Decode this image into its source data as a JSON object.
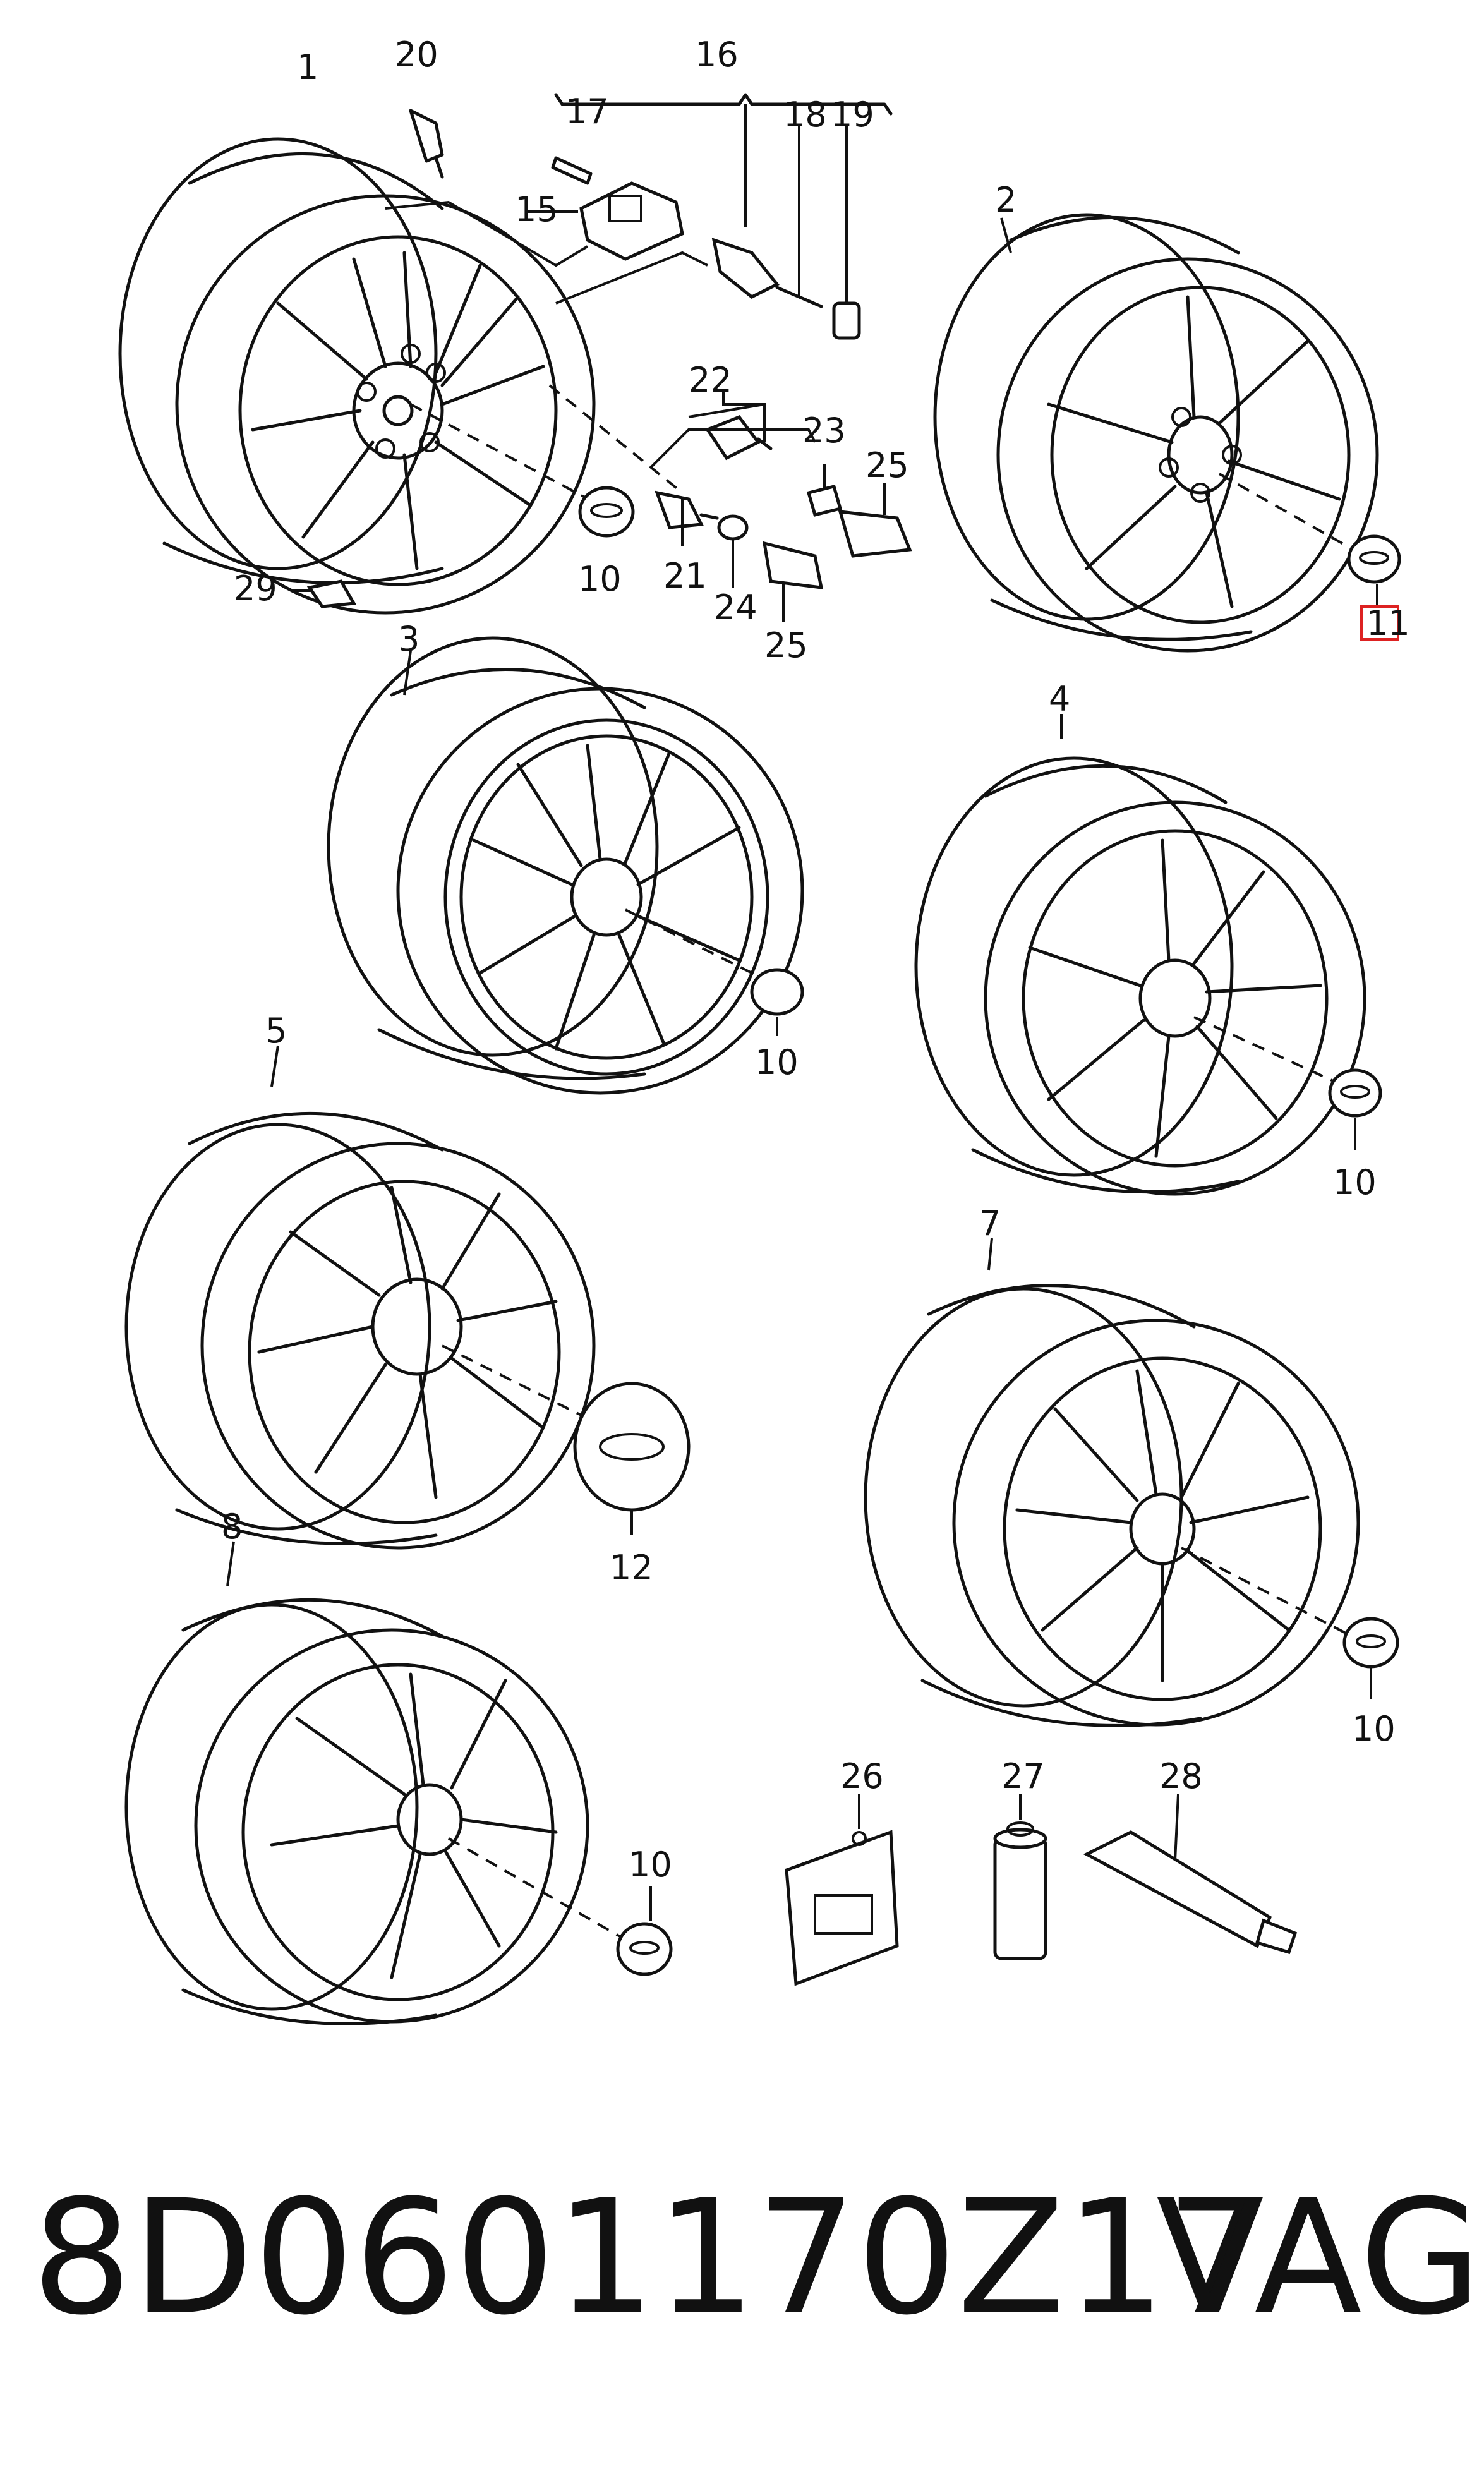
{
  "callouts": {
    "c1": "1",
    "c2": "2",
    "c3": "3",
    "c4": "4",
    "c5": "5",
    "c7": "7",
    "c8": "8",
    "c10a": "10",
    "c10b": "10",
    "c10c": "10",
    "c10d": "10",
    "c10e": "10",
    "c11": "11",
    "c12": "12",
    "c15": "15",
    "c16": "16",
    "c17": "17",
    "c18": "18",
    "c19": "19",
    "c20": "20",
    "c21": "21",
    "c22": "22",
    "c23": "23",
    "c24": "24",
    "c25a": "25",
    "c25b": "25",
    "c26": "26",
    "c27": "27",
    "c28": "28",
    "c29": "29"
  },
  "footer": {
    "part_number": "8D0601170Z17",
    "brand": "VAG"
  },
  "colors": {
    "line": "#111111",
    "highlight": "#dd2222",
    "background": "#ffffff"
  }
}
